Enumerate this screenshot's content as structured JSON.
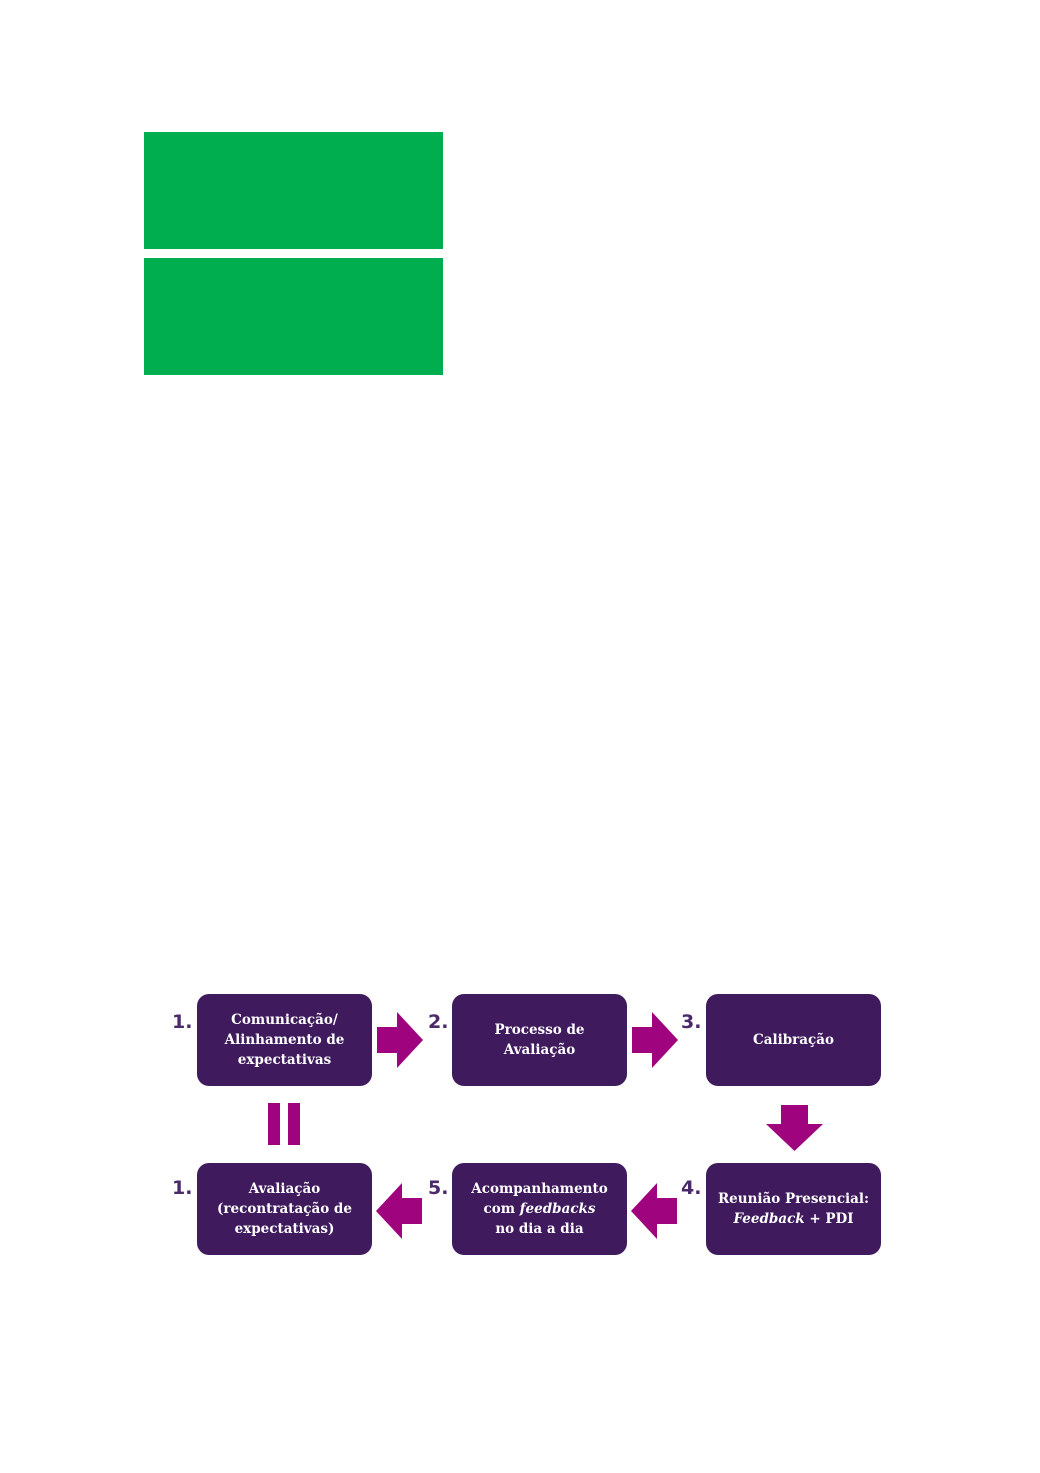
{
  "colors": {
    "green": "#00ae4f",
    "box": "#3f1b5e",
    "arrow": "#a0037e",
    "number": "#4b2a6b"
  },
  "diagram": {
    "steps": [
      {
        "number": "1.",
        "lines": [
          "Comunicação/",
          "Alinhamento de",
          "expectativas"
        ]
      },
      {
        "number": "2.",
        "lines": [
          "Processo de",
          "Avaliação"
        ]
      },
      {
        "number": "3.",
        "lines": [
          "Calibração"
        ]
      },
      {
        "number": "4.",
        "lines": [
          "Reunião Presencial:",
          "Feedback + PDI"
        ],
        "italic_word": "Feedback",
        "after_italic": " + PDI"
      },
      {
        "number": "5.",
        "lines": [
          "Acompanhamento",
          "com feedbacks",
          "no dia a dia"
        ],
        "prefix": "com ",
        "italic_word": "feedbacks"
      },
      {
        "number": "1.",
        "lines": [
          "Avaliação",
          "(recontratação de",
          "expectativas)"
        ]
      }
    ],
    "arrows": [
      "right",
      "right",
      "down",
      "left",
      "left",
      "equals"
    ]
  }
}
